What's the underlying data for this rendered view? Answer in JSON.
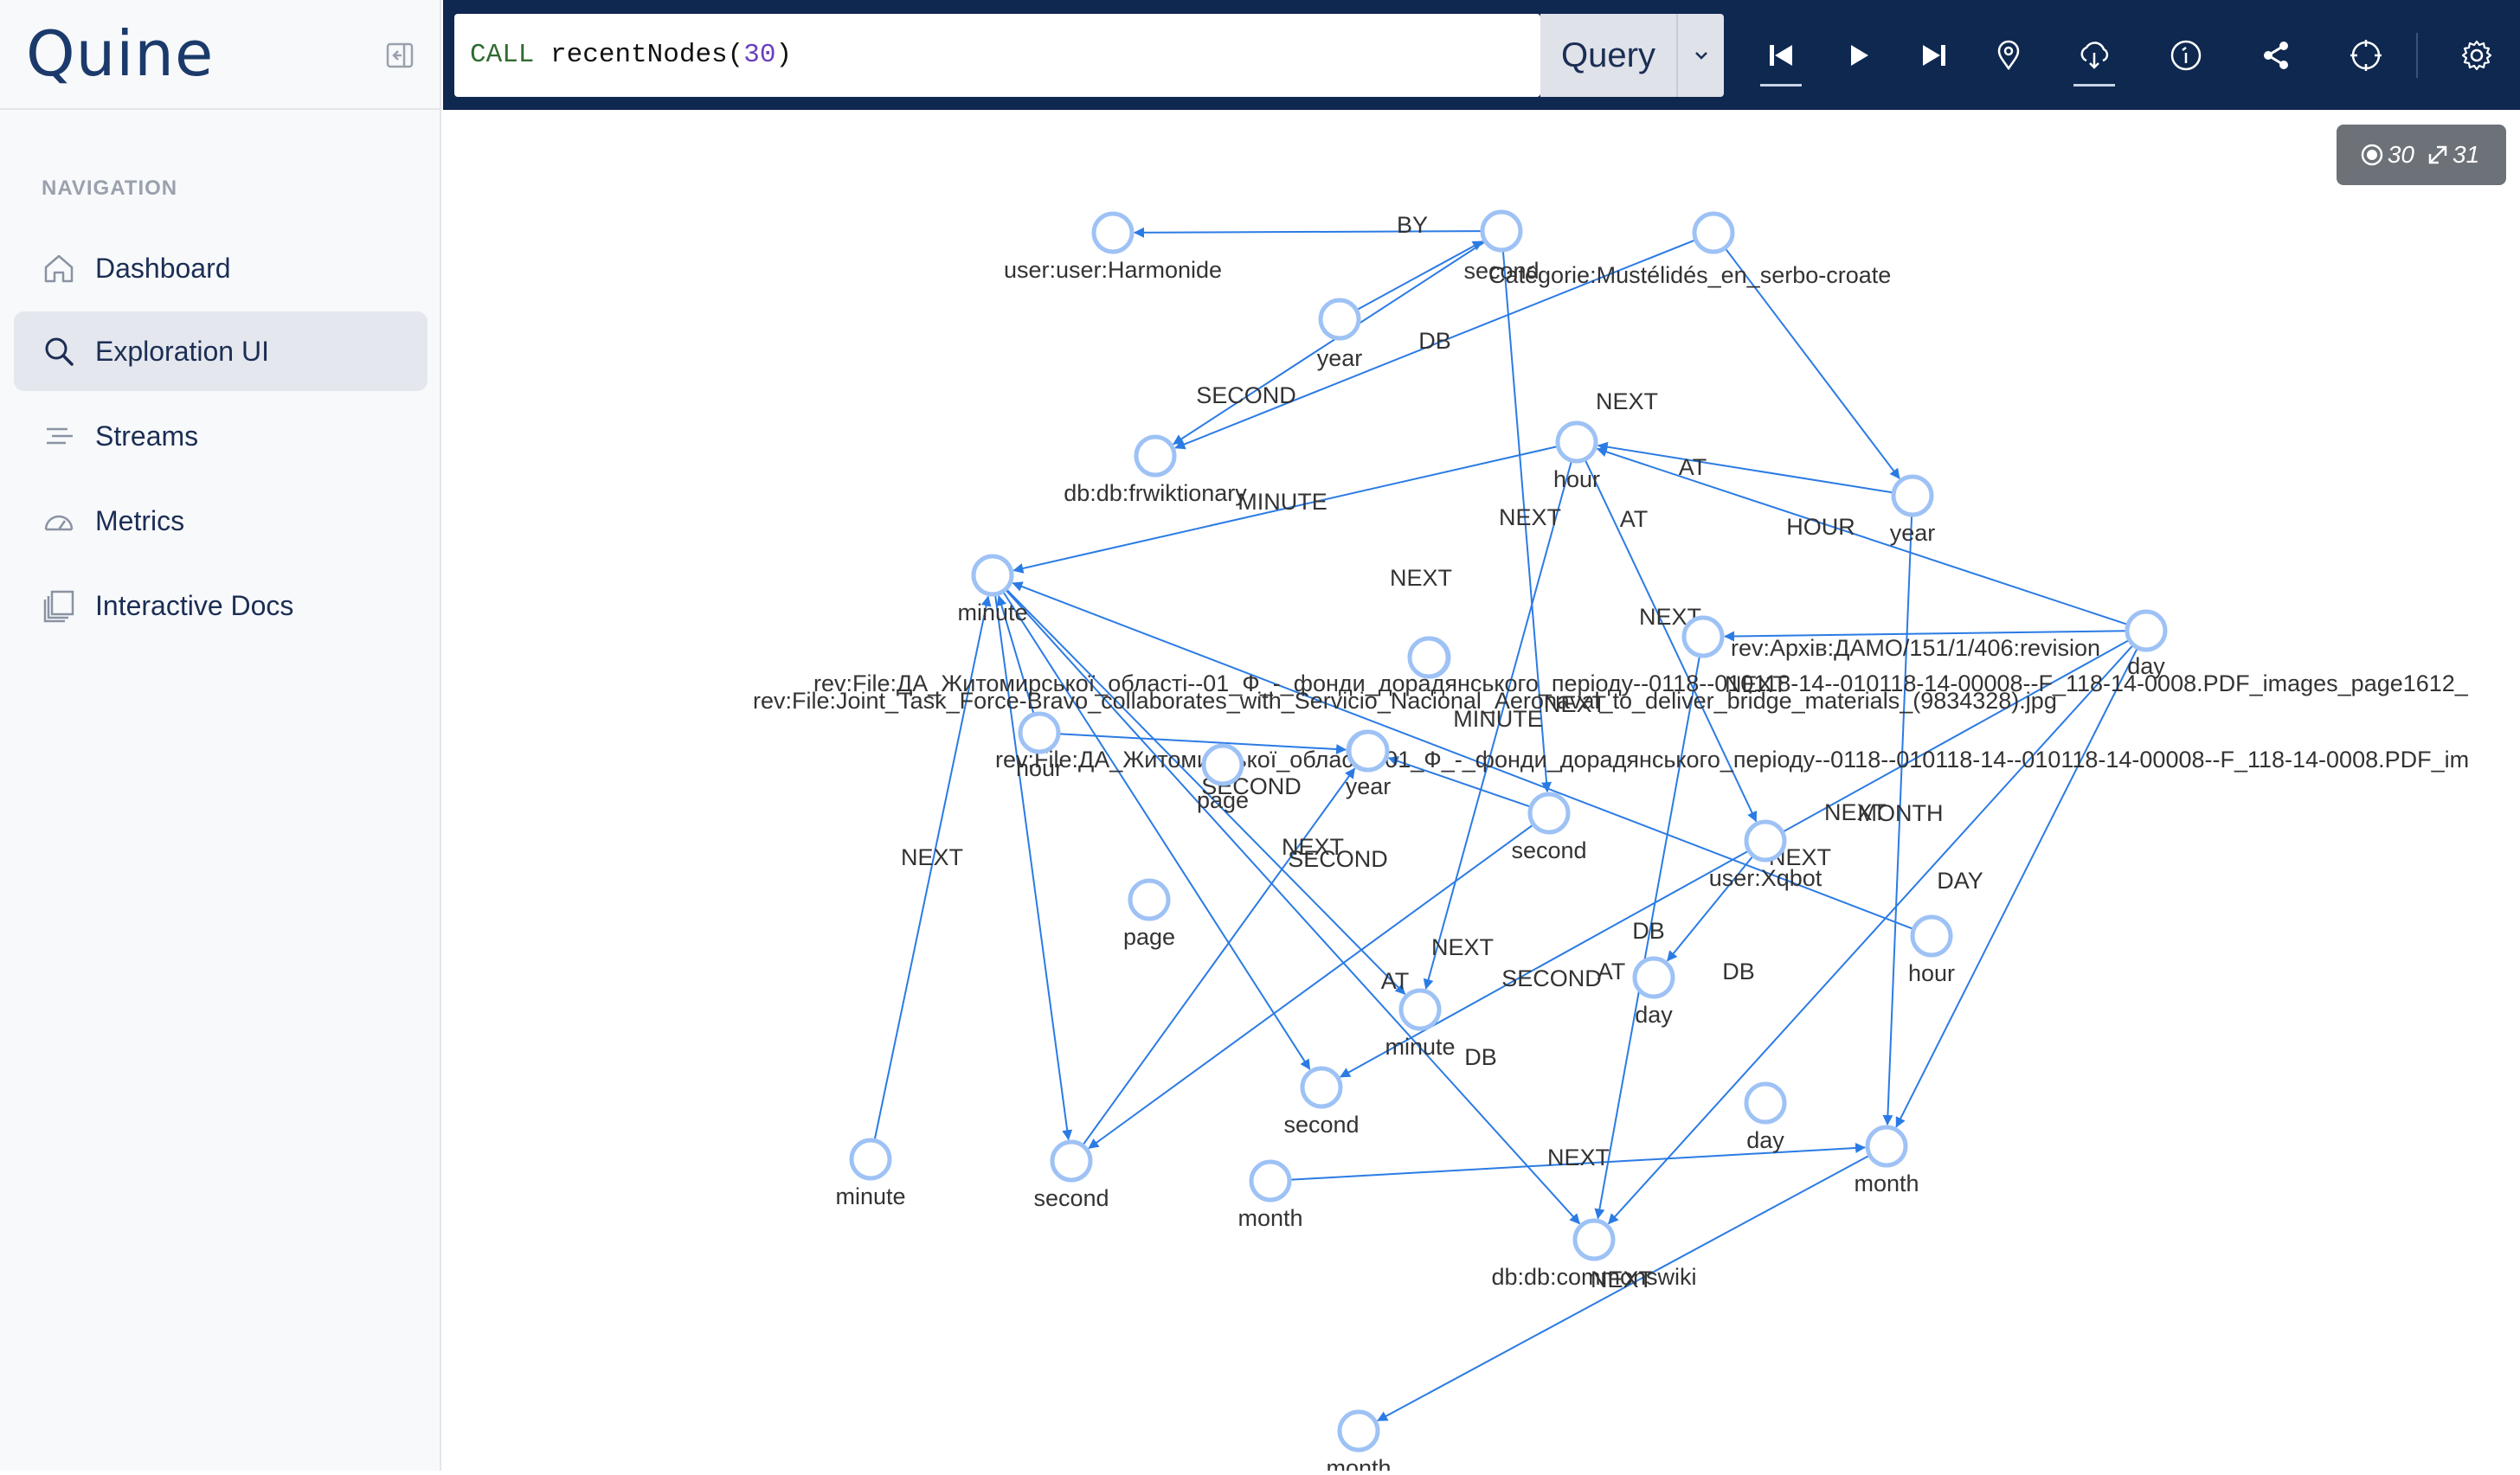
{
  "sidebar": {
    "logo": "Quine",
    "nav_heading": "NAVIGATION",
    "items": [
      {
        "label": "Dashboard",
        "icon": "home-icon"
      },
      {
        "label": "Exploration UI",
        "icon": "search-icon"
      },
      {
        "label": "Streams",
        "icon": "streams-icon"
      },
      {
        "label": "Metrics",
        "icon": "gauge-icon"
      },
      {
        "label": "Interactive Docs",
        "icon": "docs-icon"
      }
    ],
    "active_item": "Exploration UI"
  },
  "query": {
    "keyword": "CALL",
    "function": "recentNodes",
    "argument": "30",
    "button_label": "Query"
  },
  "counter": {
    "nodes": "30",
    "edges": "31"
  },
  "graph": {
    "nodes": [
      {
        "label": "user:user:Harmonide"
      },
      {
        "label": "second"
      },
      {
        "label": "Catégorie:Mustélidés_en_serbo-croate"
      },
      {
        "label": "year"
      },
      {
        "label": "db:db:frwiktionary"
      },
      {
        "label": "hour"
      },
      {
        "label": "year"
      },
      {
        "label": "minute"
      },
      {
        "label": "rev:File:ДА_Житомирської_області--01_Ф_-_фонди_дорадянського_періоду--0118--010118-14--010118-14-00008--F_118-14-0008.PDF_images_page1612_"
      },
      {
        "label": "rev:File:Joint_Task_Force-Bravo_collaborates_with_Servicio_Nacional_Aeronaval_to_deliver_bridge_materials_(9834328).jpg"
      },
      {
        "label": "rev:File:ДА_Житомирської_області--01_Ф_-_фонди_дорадянського_періоду--0118--010118-14--010118-14-00008--F_118-14-0008.PDF_im"
      },
      {
        "label": "rev:Архів:ДАМО/151/1/406:revision"
      },
      {
        "label": "day"
      },
      {
        "label": "hour"
      },
      {
        "label": "page"
      },
      {
        "label": "year"
      },
      {
        "label": "second"
      },
      {
        "label": "user:Xqbot"
      },
      {
        "label": "page"
      },
      {
        "label": "minute"
      },
      {
        "label": "day"
      },
      {
        "label": "hour"
      },
      {
        "label": "second"
      },
      {
        "label": "minute"
      },
      {
        "label": "second"
      },
      {
        "label": "day"
      },
      {
        "label": "month"
      },
      {
        "label": "month"
      },
      {
        "label": "db:db:commonswiki"
      },
      {
        "label": "month"
      }
    ],
    "edge_labels": [
      "BY",
      "DB",
      "SECOND",
      "NEXT",
      "AT",
      "MINUTE",
      "HOUR",
      "NEXT",
      "AT",
      "NEXT",
      "NEXT",
      "NEXT",
      "MINUTE",
      "SECOND",
      "SECOND",
      "NEXT",
      "NEXT",
      "MONTH",
      "SECOND",
      "NEXT",
      "DAY",
      "AT",
      "NEXT",
      "DB",
      "DB",
      "DB",
      "AT",
      "NEXT",
      "NEXT",
      "NEXT",
      "NEXT"
    ]
  }
}
